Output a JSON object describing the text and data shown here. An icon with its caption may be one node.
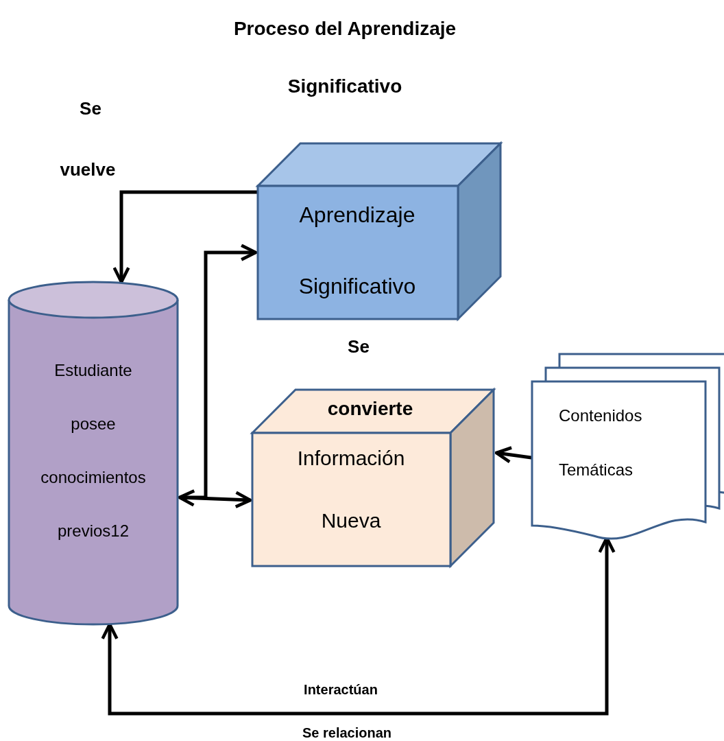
{
  "diagram": {
    "title": "Proceso del Aprendizaje Significativo",
    "nodes": [
      {
        "text": [
          "Estudiante posee conocimientos previos12"
        ]
      },
      {
        "text": [
          "Aprendizaje Significativo"
        ]
      },
      {
        "text": [
          "Información Nueva"
        ]
      },
      {
        "text": [
          "Contenidos Temáticas"
        ]
      }
    ],
    "edges": [
      {
        "from": 1,
        "to": 0,
        "arrow": "to"
      },
      {
        "from": 0,
        "to": 1,
        "arrow": "to"
      },
      {
        "from": 0,
        "to": 2,
        "arrow": "both"
      },
      {
        "from": 3,
        "to": 2,
        "arrow": "to"
      },
      {
        "from": 0,
        "to": 3,
        "arrow": "both",
        "label": "Interactúan"
      }
    ],
    "labels": [
      "Se",
      "vuelve",
      "Se",
      "convierte",
      "Se relacionan"
    ]
  }
}
